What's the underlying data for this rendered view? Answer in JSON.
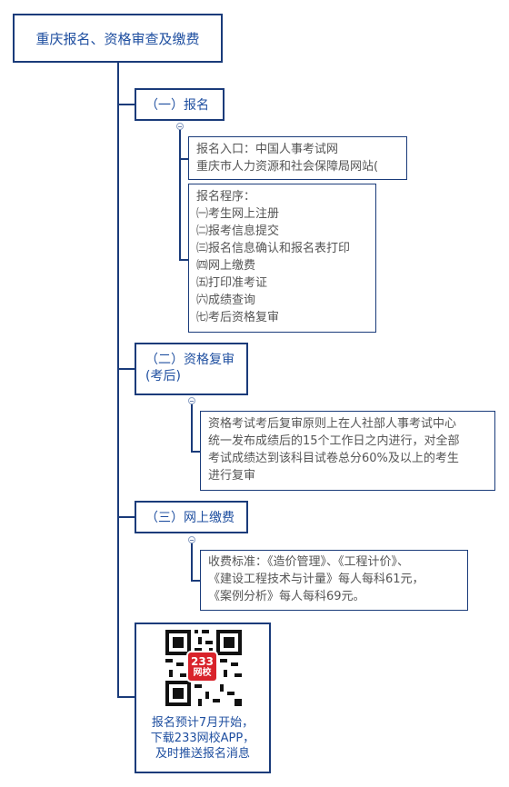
{
  "root": {
    "title": "重庆报名、资格审查及缴费"
  },
  "sections": [
    {
      "label": "（一）报名",
      "details": [
        [
          "报名入口：中国人事考试网",
          "重庆市人力资源和社会保障局网站("
        ],
        [
          "报名程序：",
          "㈠考生网上注册",
          "㈡报考信息提交",
          "㈢报名信息确认和报名表打印",
          "㈣网上缴费",
          "㈤打印准考证",
          "㈥成绩查询",
          "㈦考后资格复审"
        ]
      ]
    },
    {
      "label_lines": [
        "（二）资格复审",
        "(考后)"
      ],
      "details": [
        [
          "资格考试考后复审原则上在人社部人事考试中心",
          "统一发布成绩后的15个工作日之内进行，对全部",
          "考试成绩达到该科目试卷总分60%及以上的考生",
          "进行复审"
        ]
      ]
    },
    {
      "label": "（三）网上缴费",
      "details": [
        [
          "收费标准：《造价管理》、《工程计价》、",
          "《建设工程技术与计量》每人每科61元，",
          "《案例分析》每人每科69元。"
        ]
      ]
    }
  ],
  "promo": {
    "badge_top": "233",
    "badge_bottom": "网校",
    "lines": [
      "报名预计7月开始，",
      "下载233网校APP，",
      "及时推送报名消息"
    ]
  },
  "colors": {
    "border": "#1a3b7a",
    "heading_text": "#1f4fa0",
    "body_text": "#555555",
    "badge": "#d9232b"
  }
}
